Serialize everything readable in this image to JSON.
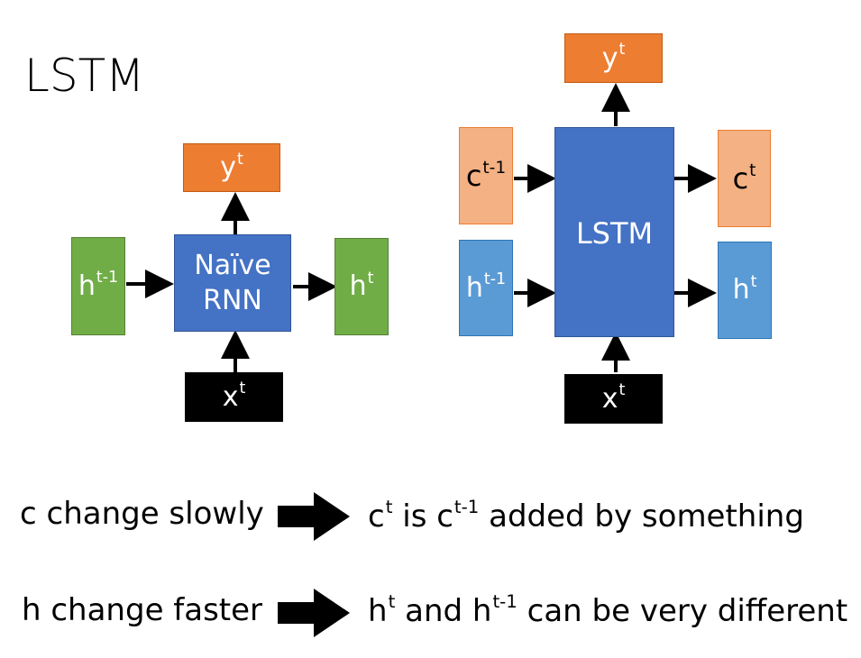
{
  "title": "LSTM",
  "rnn": {
    "output": {
      "base": "y",
      "sup": "t"
    },
    "cell_line1": "Naïve",
    "cell_line2": "RNN",
    "input": {
      "base": "x",
      "sup": "t"
    },
    "h_prev": {
      "base": "h",
      "sup": "t-1"
    },
    "h_next": {
      "base": "h",
      "sup": "t"
    }
  },
  "lstm": {
    "output": {
      "base": "y",
      "sup": "t"
    },
    "cell": "LSTM",
    "input": {
      "base": "x",
      "sup": "t"
    },
    "c_prev": {
      "base": "c",
      "sup": "t-1"
    },
    "c_next": {
      "base": "c",
      "sup": "t"
    },
    "h_prev": {
      "base": "h",
      "sup": "t-1"
    },
    "h_next": {
      "base": "h",
      "sup": "t"
    }
  },
  "statements": [
    {
      "left": "c change slowly",
      "right_parts": [
        {
          "base": "c",
          "sup": "t"
        },
        {
          "text": " is "
        },
        {
          "base": "c",
          "sup": "t-1"
        },
        {
          "text": " added by something"
        }
      ]
    },
    {
      "left": "h change faster",
      "right_parts": [
        {
          "base": "h",
          "sup": "t"
        },
        {
          "text": " and "
        },
        {
          "base": "h",
          "sup": "t-1"
        },
        {
          "text": " can be very different"
        }
      ]
    }
  ],
  "colors": {
    "orange": "#ed7d31",
    "green": "#70ad47",
    "blue": "#4472c4",
    "peach": "#f4b183",
    "sky": "#5b9bd5",
    "black": "#000000"
  }
}
